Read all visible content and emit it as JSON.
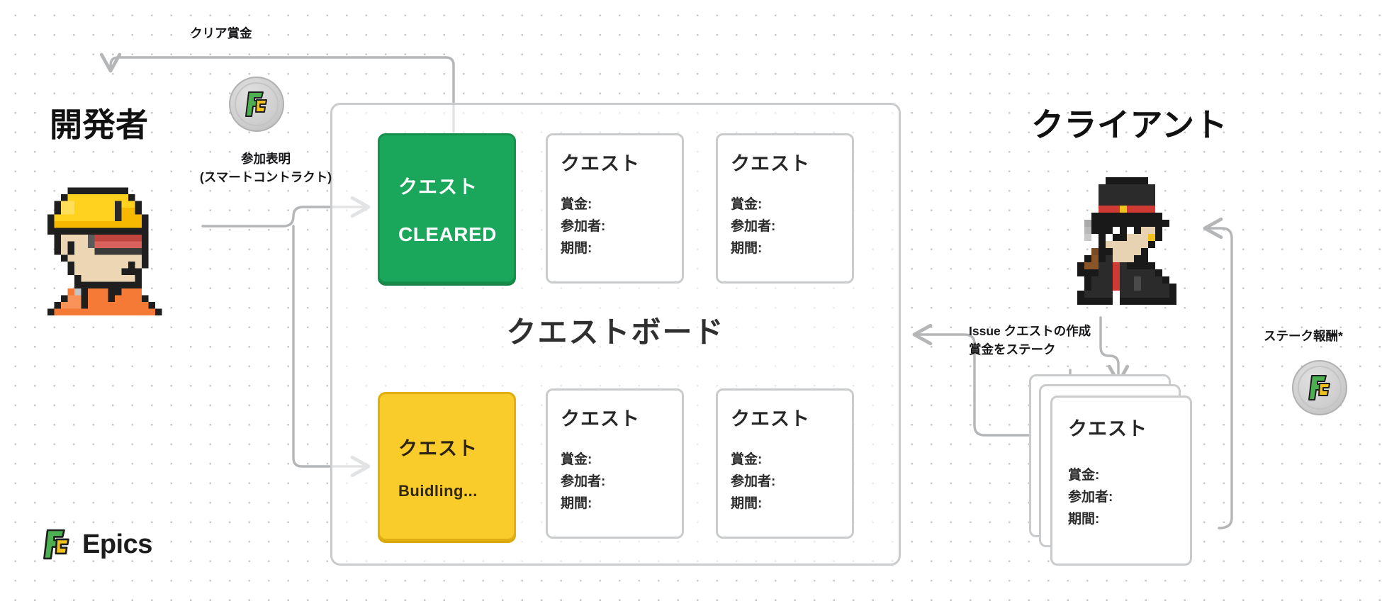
{
  "diagram": {
    "brand": {
      "name": "Epics",
      "logo_icon": "epics-logo-icon"
    },
    "board": {
      "title": "クエストボード",
      "cards": [
        {
          "id": "cleared",
          "kind": "status",
          "color": "#1aa75b",
          "head": "クエスト",
          "sub": "CLEARED"
        },
        {
          "id": "top-2",
          "kind": "plain",
          "head": "クエスト",
          "meta": [
            "賞金:",
            "参加者:",
            "期間:"
          ]
        },
        {
          "id": "top-3",
          "kind": "plain",
          "head": "クエスト",
          "meta": [
            "賞金:",
            "参加者:",
            "期間:"
          ]
        },
        {
          "id": "building",
          "kind": "status",
          "color": "#f9cb2b",
          "head": "クエスト",
          "sub": "Buidling..."
        },
        {
          "id": "bottom-2",
          "kind": "plain",
          "head": "クエスト",
          "meta": [
            "賞金:",
            "参加者:",
            "期間:"
          ]
        },
        {
          "id": "bottom-3",
          "kind": "plain",
          "head": "クエスト",
          "meta": [
            "賞金:",
            "参加者:",
            "期間:"
          ]
        }
      ]
    },
    "actors": {
      "developer": {
        "title": "開発者",
        "avatar_icon": "developer-pixel-avatar"
      },
      "client": {
        "title": "クライアント",
        "avatar_icon": "client-pixel-avatar"
      }
    },
    "client_stack": {
      "head": "クエスト",
      "meta": [
        "賞金:",
        "参加者:",
        "期間:"
      ]
    },
    "flows": [
      {
        "id": "clear-reward",
        "label": "クリア賞金",
        "from": "board",
        "to": "developer"
      },
      {
        "id": "participation",
        "label_line1": "参加表明",
        "label_line2": "(スマートコントラクト)",
        "from": "developer",
        "to": "board"
      },
      {
        "id": "issue-create",
        "label_line1": "Issue クエストの作成",
        "label_line2": "賞金をステーク",
        "from": "client",
        "to": "board"
      },
      {
        "id": "stake-reward",
        "label": "ステーク報酬*",
        "from": "quest-stack",
        "to": "client"
      }
    ],
    "coins": [
      {
        "id": "clear-reward-coin",
        "icon": "epics-coin-icon"
      },
      {
        "id": "stake-reward-coin",
        "icon": "epics-coin-icon"
      }
    ],
    "colors": {
      "green": "#1aa75b",
      "green_border": "#15904d",
      "yellow": "#f9cb2b",
      "yellow_border": "#dfae10",
      "wire": "#b4b6b7",
      "card_border": "#c9cbcc",
      "text": "#1d1d1d",
      "dot_grid": "#c9c9c9"
    }
  }
}
